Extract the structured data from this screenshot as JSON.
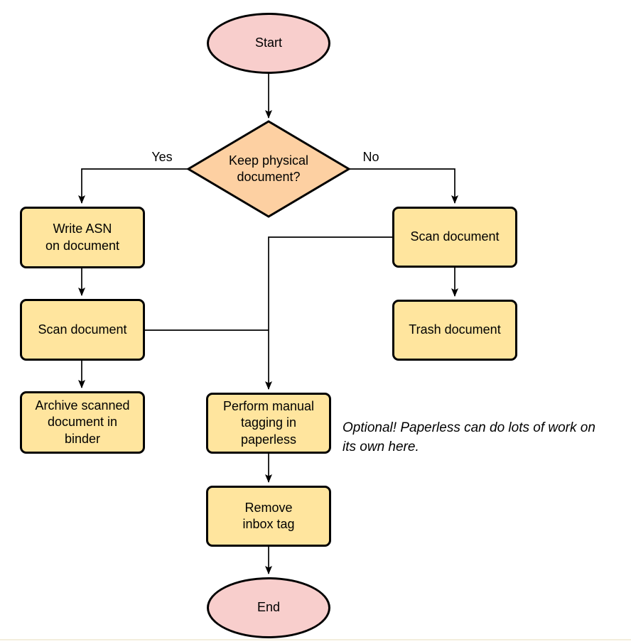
{
  "colors": {
    "terminal_fill": "#f8cecc",
    "decision_fill": "#fdd0a2",
    "process_fill": "#ffe59e",
    "stroke": "#000000",
    "bg": "#ffffff",
    "bottom_divider": "#f3eedd"
  },
  "nodes": {
    "start": {
      "label": "Start",
      "type": "terminal"
    },
    "decision": {
      "label": "Keep physical\ndocument?",
      "type": "decision"
    },
    "write_asn": {
      "label": "Write ASN\non document",
      "type": "process"
    },
    "scan_left": {
      "label": "Scan document",
      "type": "process"
    },
    "archive": {
      "label": "Archive scanned\ndocument in\nbinder",
      "type": "process"
    },
    "scan_right": {
      "label": "Scan document",
      "type": "process"
    },
    "trash": {
      "label": "Trash document",
      "type": "process"
    },
    "tagging": {
      "label": "Perform manual\ntagging in\npaperless",
      "type": "process"
    },
    "remove_inbox": {
      "label": "Remove\ninbox tag",
      "type": "process"
    },
    "end": {
      "label": "End",
      "type": "terminal"
    }
  },
  "edge_labels": {
    "yes": "Yes",
    "no": "No"
  },
  "annotation": "Optional! Paperless can do lots of work on\nits own here."
}
